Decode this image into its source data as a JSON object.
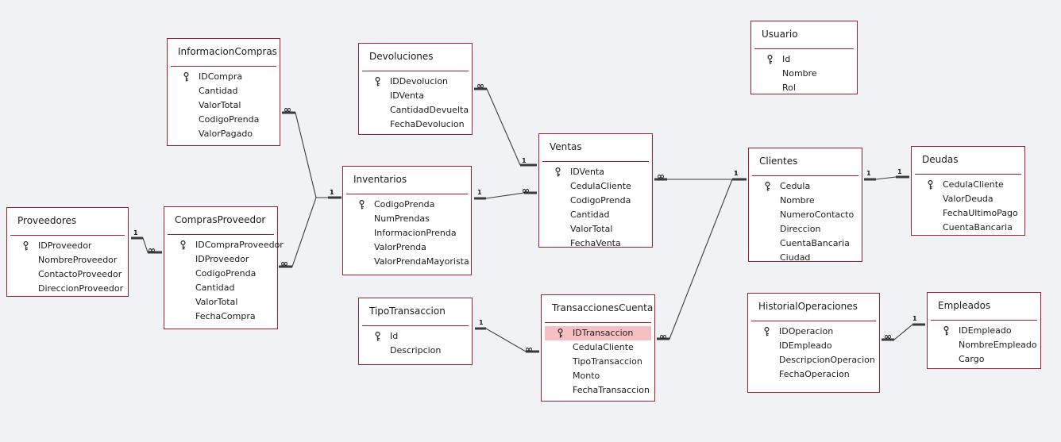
{
  "tables": [
    {
      "id": "InformacionCompras",
      "title": "InformacionCompras",
      "fields": [
        {
          "name": "IDCompra",
          "key": true
        },
        {
          "name": "Cantidad"
        },
        {
          "name": "ValorTotal"
        },
        {
          "name": "CodigoPrenda"
        },
        {
          "name": "ValorPagado"
        }
      ]
    },
    {
      "id": "Devoluciones",
      "title": "Devoluciones",
      "fields": [
        {
          "name": "IDDevolucion",
          "key": true
        },
        {
          "name": "IDVenta"
        },
        {
          "name": "CantidadDevuelta"
        },
        {
          "name": "FechaDevolucion"
        }
      ]
    },
    {
      "id": "Usuario",
      "title": "Usuario",
      "fields": [
        {
          "name": "Id",
          "key": true
        },
        {
          "name": "Nombre"
        },
        {
          "name": "Rol"
        }
      ]
    },
    {
      "id": "Ventas",
      "title": "Ventas",
      "fields": [
        {
          "name": "IDVenta",
          "key": true
        },
        {
          "name": "CedulaCliente"
        },
        {
          "name": "CodigoPrenda"
        },
        {
          "name": "Cantidad"
        },
        {
          "name": "ValorTotal"
        },
        {
          "name": "FechaVenta"
        }
      ]
    },
    {
      "id": "Clientes",
      "title": "Clientes",
      "fields": [
        {
          "name": "Cedula",
          "key": true
        },
        {
          "name": "Nombre"
        },
        {
          "name": "NumeroContacto"
        },
        {
          "name": "Direccion"
        },
        {
          "name": "CuentaBancaria"
        },
        {
          "name": "Ciudad"
        }
      ]
    },
    {
      "id": "Deudas",
      "title": "Deudas",
      "fields": [
        {
          "name": "CedulaCliente",
          "key": true
        },
        {
          "name": "ValorDeuda"
        },
        {
          "name": "FechaUltimoPago"
        },
        {
          "name": "CuentaBancaria"
        }
      ]
    },
    {
      "id": "Inventarios",
      "title": "Inventarios",
      "fields": [
        {
          "name": "CodigoPrenda",
          "key": true
        },
        {
          "name": "NumPrendas"
        },
        {
          "name": "InformacionPrenda"
        },
        {
          "name": "ValorPrenda"
        },
        {
          "name": "ValorPrendaMayorista"
        }
      ]
    },
    {
      "id": "Proveedores",
      "title": "Proveedores",
      "fields": [
        {
          "name": "IDProveedor",
          "key": true
        },
        {
          "name": "NombreProveedor"
        },
        {
          "name": "ContactoProveedor"
        },
        {
          "name": "DireccionProveedor"
        }
      ]
    },
    {
      "id": "ComprasProveedor",
      "title": "ComprasProveedor",
      "fields": [
        {
          "name": "IDCompraProveedor",
          "key": true
        },
        {
          "name": "IDProveedor"
        },
        {
          "name": "CodigoPrenda"
        },
        {
          "name": "Cantidad"
        },
        {
          "name": "ValorTotal"
        },
        {
          "name": "FechaCompra"
        }
      ]
    },
    {
      "id": "TipoTransaccion",
      "title": "TipoTransaccion",
      "fields": [
        {
          "name": "Id",
          "key": true
        },
        {
          "name": "Descripcion"
        }
      ]
    },
    {
      "id": "TransaccionesCuenta",
      "title": "TransaccionesCuenta",
      "fields": [
        {
          "name": "IDTransaccion",
          "key": true,
          "selected": true
        },
        {
          "name": "CedulaCliente"
        },
        {
          "name": "TipoTransaccion"
        },
        {
          "name": "Monto"
        },
        {
          "name": "FechaTransaccion"
        }
      ]
    },
    {
      "id": "HistorialOperaciones",
      "title": "HistorialOperaciones",
      "fields": [
        {
          "name": "IDOperacion",
          "key": true
        },
        {
          "name": "IDEmpleado"
        },
        {
          "name": "DescripcionOperacion"
        },
        {
          "name": "FechaOperacion"
        }
      ]
    },
    {
      "id": "Empleados",
      "title": "Empleados",
      "fields": [
        {
          "name": "IDEmpleado",
          "key": true
        },
        {
          "name": "NombreEmpleado"
        },
        {
          "name": "Cargo"
        }
      ]
    }
  ],
  "relationships": [
    {
      "from": "InformacionCompras",
      "from_card": "∞",
      "to": "Inventarios",
      "to_card": "1"
    },
    {
      "from": "ComprasProveedor",
      "from_card": "∞",
      "to": "Inventarios",
      "to_card": "1"
    },
    {
      "from": "Proveedores",
      "from_card": "1",
      "to": "ComprasProveedor",
      "to_card": "∞"
    },
    {
      "from": "Inventarios",
      "from_card": "1",
      "to": "Ventas",
      "to_card": "∞"
    },
    {
      "from": "Devoluciones",
      "from_card": "∞",
      "to": "Ventas",
      "to_card": "1"
    },
    {
      "from": "Ventas",
      "from_card": "∞",
      "to": "Clientes",
      "to_card": "1"
    },
    {
      "from": "TransaccionesCuenta",
      "from_card": "∞",
      "to": "Clientes",
      "to_card": "1"
    },
    {
      "from": "Clientes",
      "from_card": "1",
      "to": "Deudas",
      "to_card": "1"
    },
    {
      "from": "TipoTransaccion",
      "from_card": "1",
      "to": "TransaccionesCuenta",
      "to_card": "∞"
    },
    {
      "from": "HistorialOperaciones",
      "from_card": "∞",
      "to": "Empleados",
      "to_card": "1"
    }
  ],
  "colors": {
    "background": "#f1f2f5",
    "table_border": "#9b2230",
    "line": "#3a3a3a",
    "selected_row": "#f6c0c3"
  }
}
